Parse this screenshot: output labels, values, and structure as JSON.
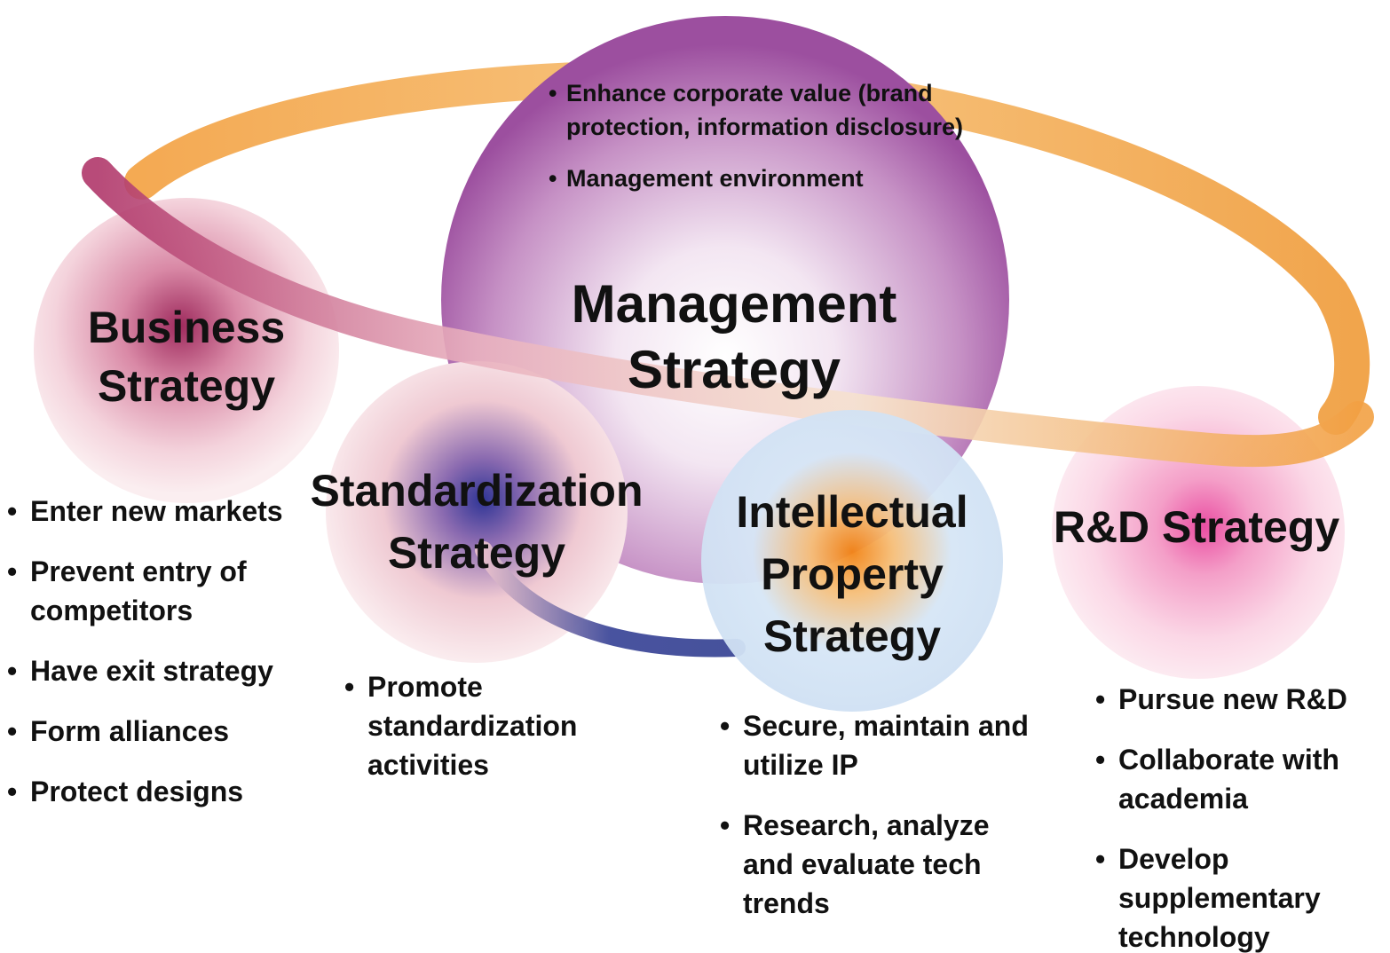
{
  "management": {
    "title_lines": [
      "Management",
      "Strategy"
    ],
    "bullets": [
      "Enhance corporate value (brand protection, information disclosure)",
      "Management environment"
    ]
  },
  "business": {
    "title_lines": [
      "Business",
      "Strategy"
    ],
    "bullets": [
      "Enter new markets",
      "Prevent entry of competitors",
      "Have exit strategy",
      "Form alliances",
      "Protect designs"
    ]
  },
  "standardization": {
    "title_lines": [
      "Standardization",
      "Strategy"
    ],
    "bullets": [
      "Promote standardization activities"
    ]
  },
  "ip": {
    "title_lines": [
      "Intellectual",
      "Property",
      "Strategy"
    ],
    "bullets": [
      "Secure, maintain and utilize IP",
      "Research, analyze and evaluate tech trends"
    ]
  },
  "rnd": {
    "title_lines": [
      "R&D Strategy"
    ],
    "bullets": [
      "Pursue new R&D",
      "Collaborate with academia",
      "Develop supplementary technology"
    ]
  },
  "colors": {
    "management_sphere": "#a65aa8",
    "business_sphere": "#a83565",
    "standardization_sphere": "#3a3a9a",
    "ip_sphere": "#f28a1e",
    "rnd_sphere": "#e85aa8",
    "ring_orange": "#f2a040",
    "ring_magenta": "#b03a6a",
    "ring_blue": "#3f4a9a"
  }
}
